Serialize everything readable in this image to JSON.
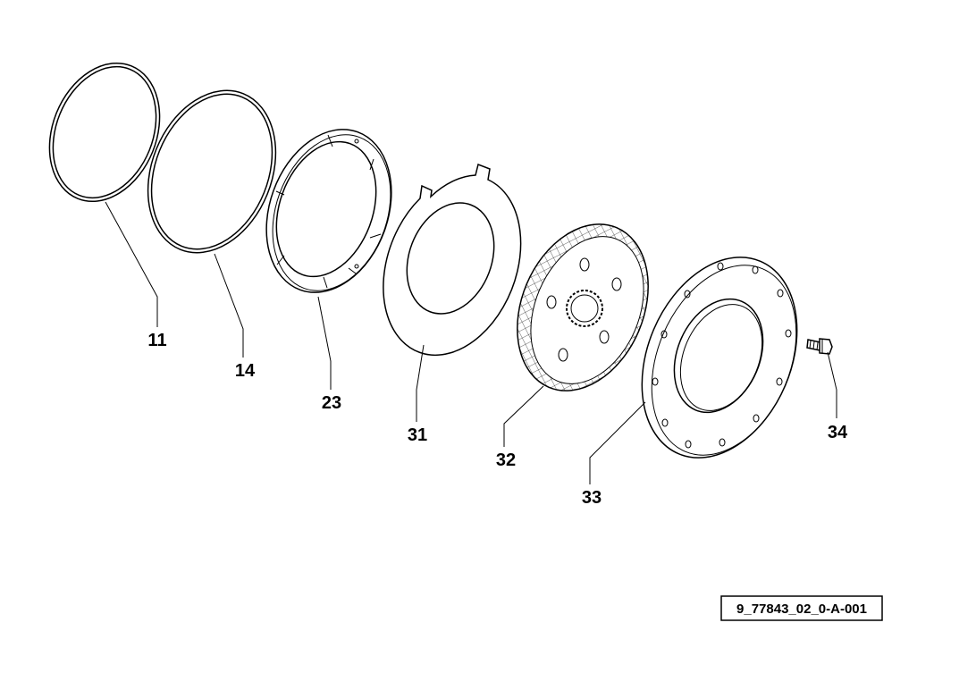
{
  "parts": [
    {
      "number": "11"
    },
    {
      "number": "14"
    },
    {
      "number": "23"
    },
    {
      "number": "31"
    },
    {
      "number": "32"
    },
    {
      "number": "33"
    },
    {
      "number": "34"
    }
  ],
  "reference_code": "9_77843_02_0-A-001"
}
